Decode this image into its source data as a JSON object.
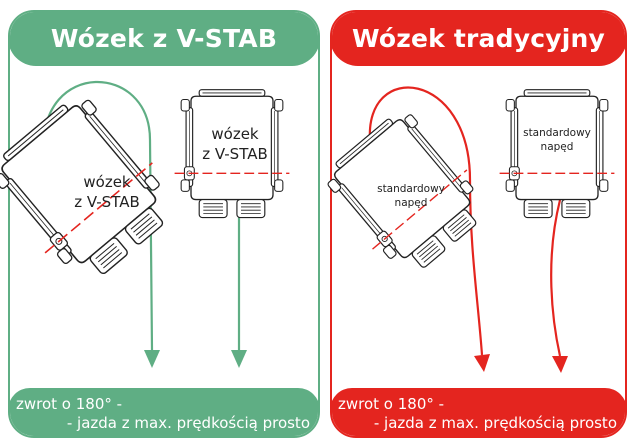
{
  "panels": {
    "left": {
      "title": "Wózek z V-STAB",
      "forklift_rotated_label": [
        "wózek",
        "z V-STAB"
      ],
      "forklift_straight_label": [
        "wózek",
        "z V-STAB"
      ],
      "footer": {
        "line1": "zwrot o 180° -",
        "line2": "- jazda z max. prędkością prosto"
      },
      "color": "#5fae84"
    },
    "right": {
      "title": "Wózek tradycyjny",
      "forklift_rotated_label": [
        "standardowy",
        "napęd"
      ],
      "forklift_straight_label": [
        "standardowy",
        "napęd"
      ],
      "footer": {
        "line1": "zwrot o 180° -",
        "line2": "- jazda z max. prędkością prosto"
      },
      "color": "#e4251f"
    }
  },
  "colors": {
    "axis_dash": "#e4251f",
    "outline": "#222222"
  }
}
